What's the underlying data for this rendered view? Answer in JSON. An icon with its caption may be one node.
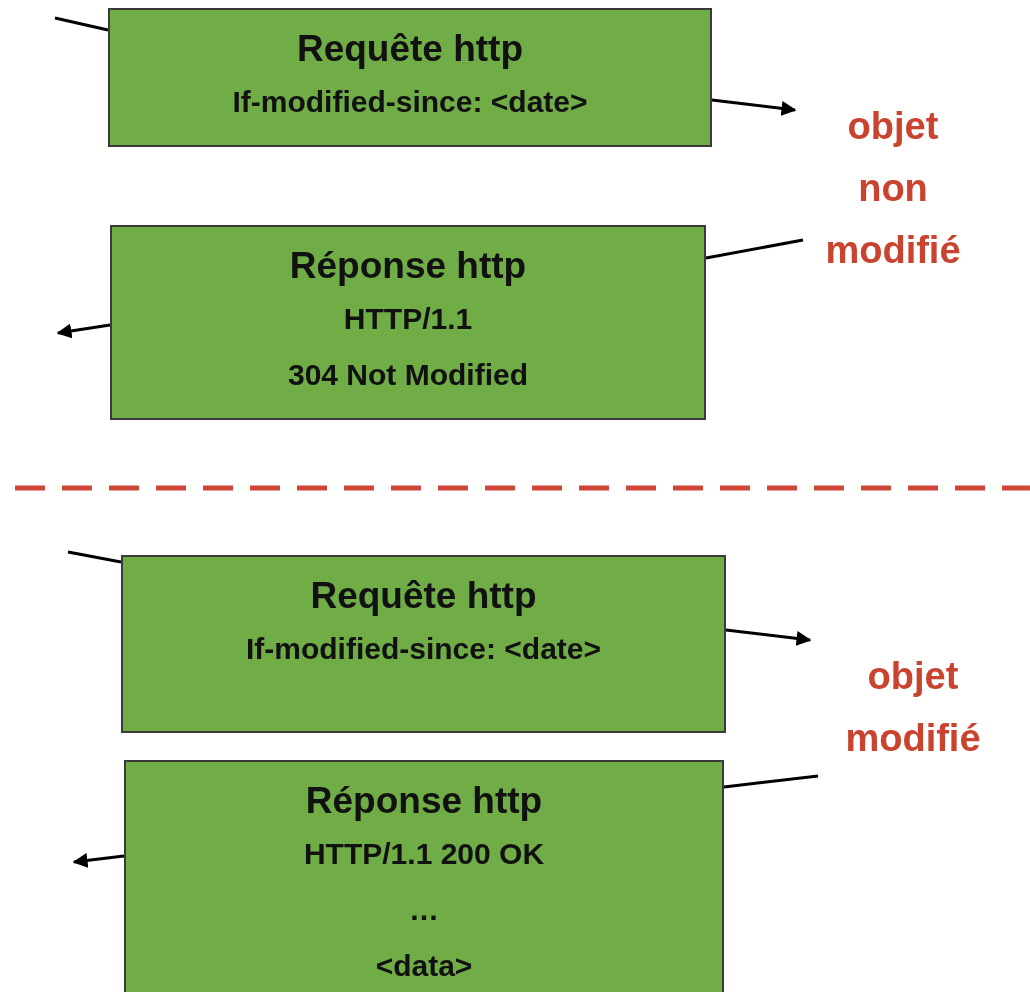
{
  "diagram": {
    "nodes": [
      {
        "text": [
          "Requête http",
          "If-modified-since: <date>"
        ]
      },
      {
        "text": [
          "Réponse http",
          "HTTP/1.1",
          "304 Not Modified"
        ]
      },
      {
        "text": [
          "Requête http",
          "If-modified-since: <date>"
        ]
      },
      {
        "text": [
          "Réponse http",
          "HTTP/1.1 200 OK",
          "…",
          "<data>"
        ]
      }
    ],
    "edges": [
      {
        "from": null,
        "to": 0,
        "arrow": "none"
      },
      {
        "from": 0,
        "to": null,
        "arrow": "to"
      },
      {
        "from": null,
        "to": 1,
        "arrow": "none"
      },
      {
        "from": 1,
        "to": null,
        "arrow": "to"
      },
      {
        "from": null,
        "to": 2,
        "arrow": "none"
      },
      {
        "from": 2,
        "to": null,
        "arrow": "to"
      },
      {
        "from": null,
        "to": 3,
        "arrow": "none"
      },
      {
        "from": 3,
        "to": null,
        "arrow": "to"
      }
    ],
    "labels": [
      "objet non modifié",
      "objet modifié"
    ]
  }
}
